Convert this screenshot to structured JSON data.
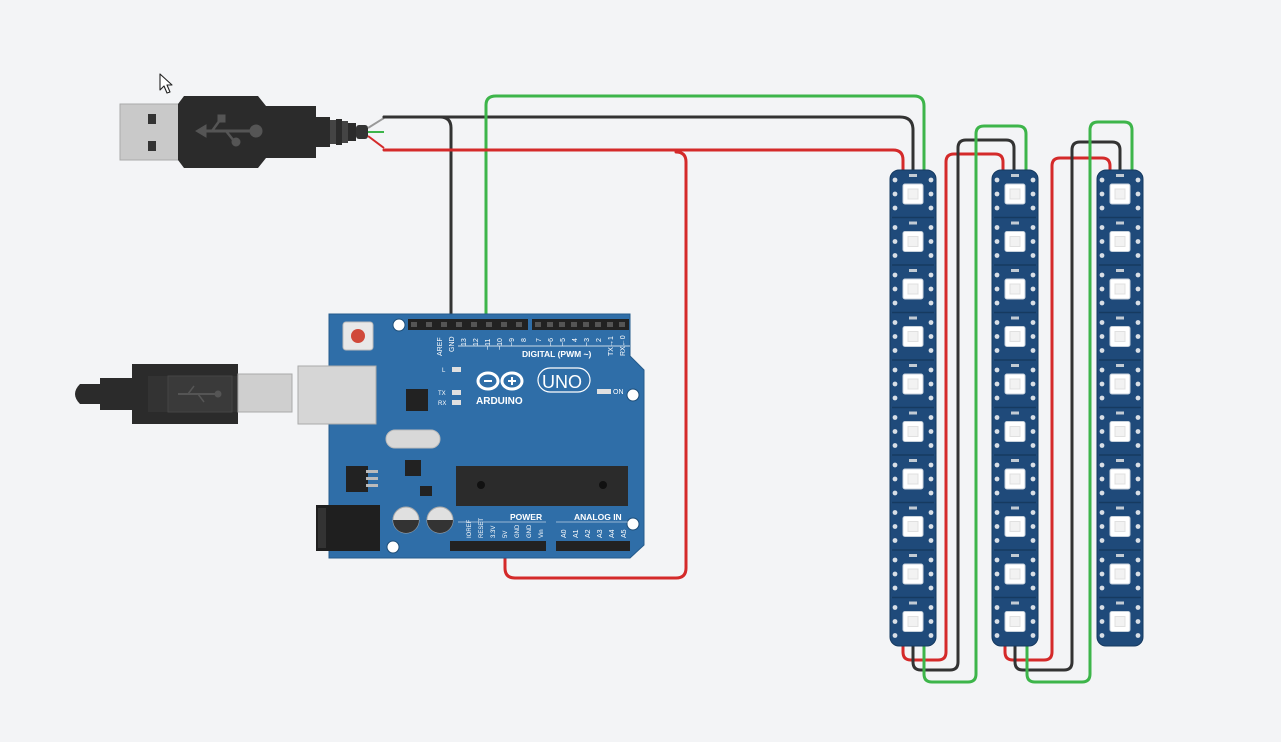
{
  "colors": {
    "canvas": "#f3f4f6",
    "board": "#2f6ea8",
    "wire_black": "#333333",
    "wire_red": "#d42a2a",
    "wire_green": "#3db54a",
    "strip": "#1f4a7a"
  },
  "arduino": {
    "logo": "ARDUINO",
    "model": "UNO",
    "digital_label": "DIGITAL (PWM ~)",
    "power_label": "POWER",
    "analog_label": "ANALOG IN",
    "on_label": "ON",
    "l_label": "L",
    "tx_label": "TX",
    "rx_label": "RX",
    "header_digital_labels": [
      "AREF",
      "GND",
      "13",
      "12",
      "~11",
      "~10",
      "~9",
      "8"
    ],
    "header_digital2_labels": [
      "7",
      "~6",
      "~5",
      "4",
      "~3",
      "2",
      "TX→1",
      "RX←0"
    ],
    "header_power_labels": [
      "IOREF",
      "RESET",
      "3.3V",
      "5V",
      "GND",
      "GND",
      "Vin"
    ],
    "header_analog_labels": [
      "A0",
      "A1",
      "A2",
      "A3",
      "A4",
      "A5"
    ]
  },
  "icons": {
    "usb_plug": "usb-plug-icon",
    "usb_symbol": "usb-symbol-icon",
    "cursor": "mouse-pointer-icon"
  },
  "strips": {
    "count": 3,
    "leds_per_strip": 10
  }
}
